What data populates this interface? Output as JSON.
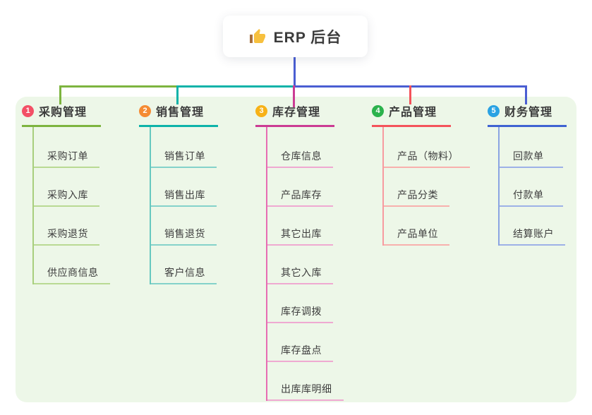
{
  "root": {
    "title": "ERP 后台",
    "icon": "thumbs-up-icon"
  },
  "branches": [
    {
      "number": "1",
      "label": "采购管理",
      "color": "#7db43f",
      "badge_color": "#f35066",
      "items": [
        "采购订单",
        "采购入库",
        "采购退货",
        "供应商信息"
      ]
    },
    {
      "number": "2",
      "label": "销售管理",
      "color": "#0db3a9",
      "badge_color": "#f58b33",
      "items": [
        "销售订单",
        "销售出库",
        "销售退货",
        "客户信息"
      ]
    },
    {
      "number": "3",
      "label": "库存管理",
      "color": "#cb3c94",
      "badge_color": "#f7b217",
      "items": [
        "仓库信息",
        "产品库存",
        "其它出库",
        "其它入库",
        "库存调拨",
        "库存盘点",
        "出库库明细"
      ]
    },
    {
      "number": "4",
      "label": "产品管理",
      "color": "#f4535b",
      "badge_color": "#2bb24c",
      "items": [
        "产品（物料）",
        "产品分类",
        "产品单位"
      ]
    },
    {
      "number": "5",
      "label": "财务管理",
      "color": "#3f63d2",
      "badge_color": "#2aa2e3",
      "items": [
        "回款单",
        "付款单",
        "结算账户"
      ]
    }
  ],
  "colors": {
    "canvas": "#ffffff",
    "panel_background": "#edf7e8",
    "root_connector": "#4a5ed2",
    "thumb_icon": "#f7c03e"
  }
}
